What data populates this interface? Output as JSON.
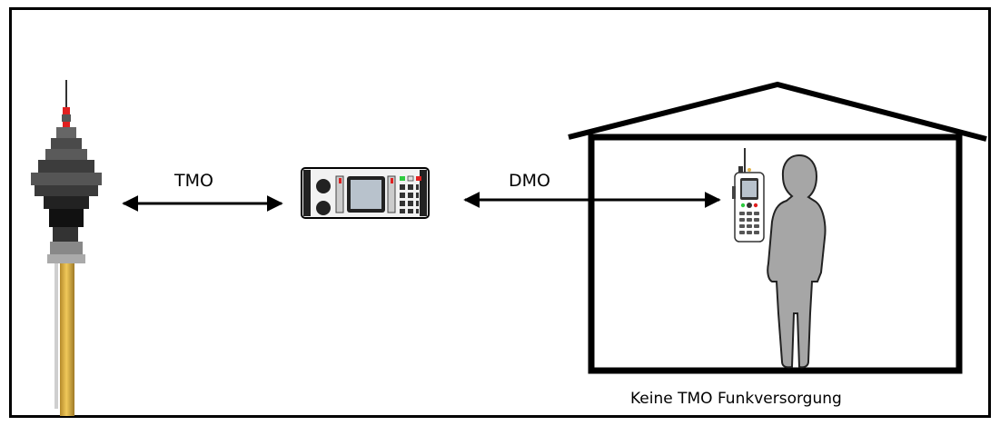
{
  "labels": {
    "tmo": "TMO",
    "dmo": "DMO",
    "caption": "Keine TMO Funkversorgung"
  },
  "icons": {
    "tower": "tv-tower-icon",
    "repeater": "repeater-radio-icon",
    "handheld": "handheld-radio-icon",
    "person": "person-silhouette-icon",
    "house": "house-outline-icon"
  },
  "colors": {
    "line": "#000000",
    "person": "#a6a6a6",
    "tower_shaft": "#e0b24a",
    "tower_red": "#e02020",
    "screen": "#b8c2cc"
  }
}
